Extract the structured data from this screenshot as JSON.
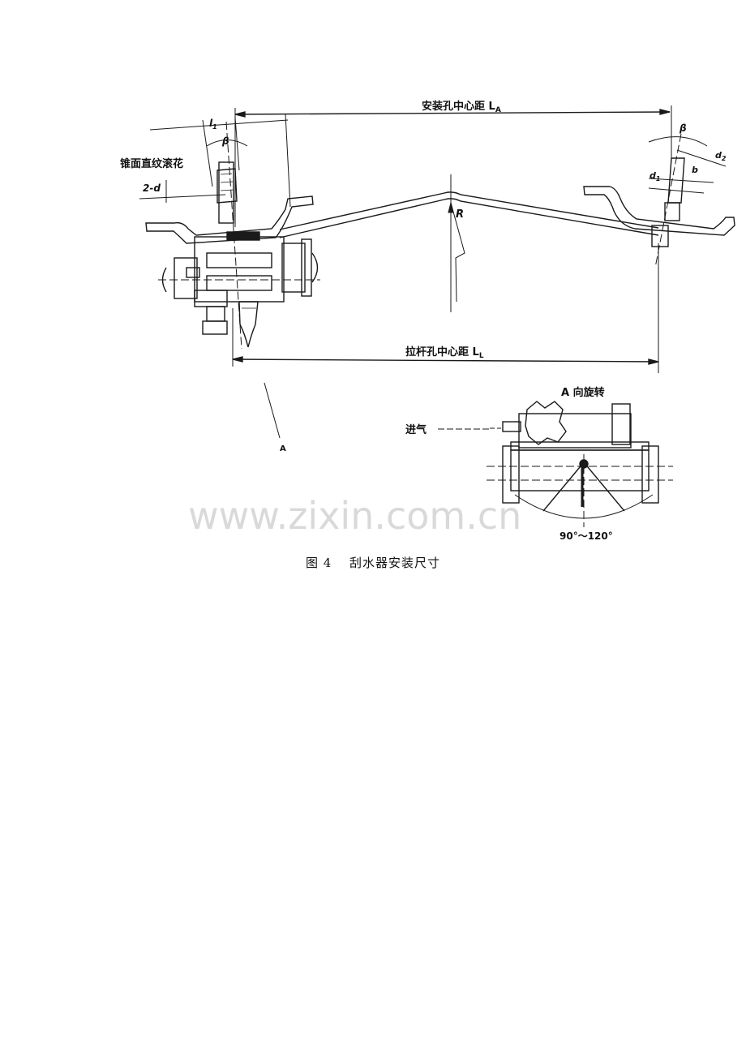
{
  "labels": {
    "top_dimension": "安装孔中心距 L",
    "top_dimension_sub": "A",
    "bottom_dimension": "拉杆孔中心距 L",
    "bottom_dimension_sub": "L",
    "knurl_note": "锥面直纹滚花",
    "hole_note": "2-d",
    "dim_l1": "l",
    "dim_l1_sub": "1",
    "angle_beta": "β",
    "radius": "R",
    "view_arrow": "A",
    "dim_d1": "d",
    "dim_d1_sub": "1",
    "dim_d2": "d",
    "dim_d2_sub": "2",
    "dim_b": "b",
    "view_title": "A 向旋转",
    "air_inlet": "进气",
    "swing_angle": "90°～120°"
  },
  "caption": {
    "figure_no": "图 4",
    "title": "刮水器安装尺寸"
  },
  "watermark": "www.zixin.com.cn",
  "colors": {
    "ink": "#1a1a1a",
    "paper": "#ffffff",
    "watermark": "#d9d9d9"
  }
}
